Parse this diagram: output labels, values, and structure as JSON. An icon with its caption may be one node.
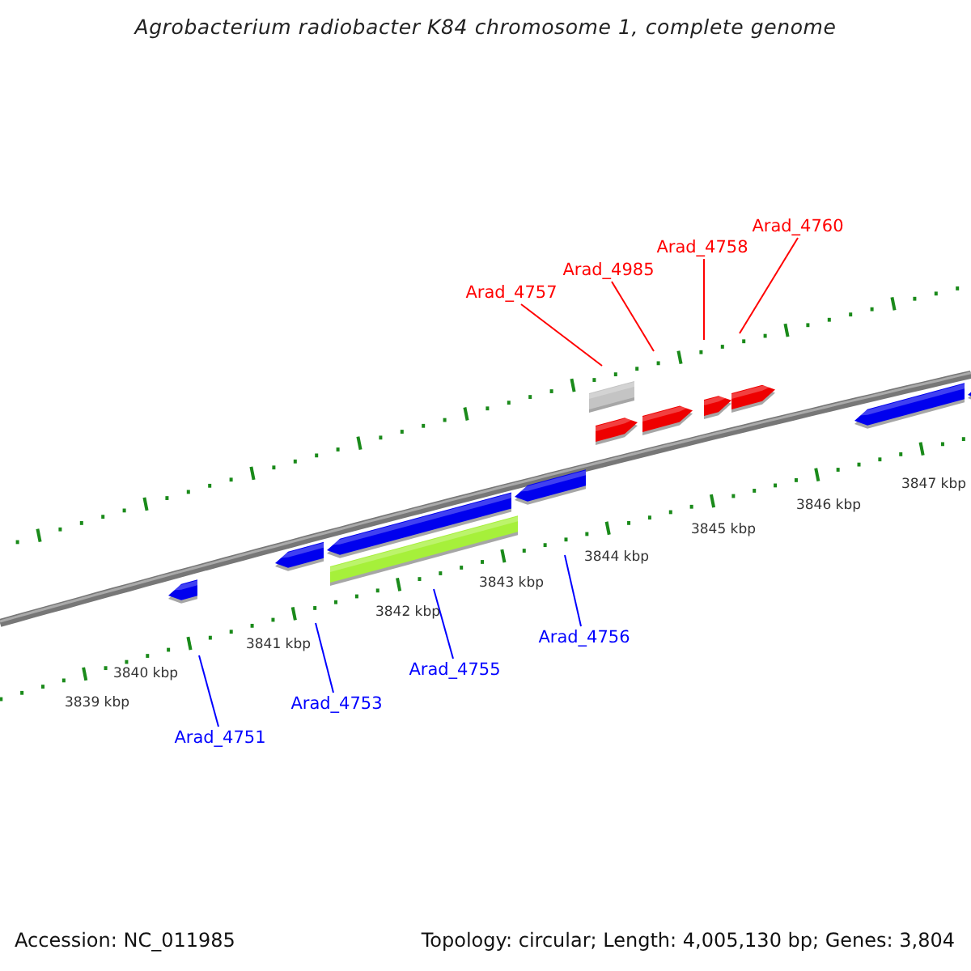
{
  "diagram": {
    "title": "Agrobacterium radiobacter K84 chromosome 1, complete genome",
    "nodes": [
      {
        "text": [
          "Arad_4757"
        ]
      },
      {
        "text": [
          "Arad_4985"
        ]
      },
      {
        "text": [
          "Arad_4758"
        ]
      },
      {
        "text": [
          "Arad_4760"
        ]
      },
      {
        "text": [
          "Arad_4751"
        ]
      },
      {
        "text": [
          "Arad_4753"
        ]
      },
      {
        "text": [
          "Arad_4755"
        ]
      },
      {
        "text": [
          "Arad_4756"
        ]
      }
    ],
    "edges": [
      {
        "from": 0,
        "to": null,
        "arrow": "none",
        "color": "#ff0000"
      },
      {
        "from": 1,
        "to": null,
        "arrow": "none",
        "color": "#ff0000"
      },
      {
        "from": 2,
        "to": null,
        "arrow": "none",
        "color": "#ff0000"
      },
      {
        "from": 3,
        "to": null,
        "arrow": "none",
        "color": "#ff0000"
      },
      {
        "from": 4,
        "to": null,
        "arrow": "none",
        "color": "#0000ff"
      },
      {
        "from": 5,
        "to": null,
        "arrow": "none",
        "color": "#0000ff"
      },
      {
        "from": 6,
        "to": null,
        "arrow": "none",
        "color": "#0000ff"
      },
      {
        "from": 7,
        "to": null,
        "arrow": "none",
        "color": "#0000ff"
      }
    ],
    "labels": [
      "3839 kbp",
      "3840 kbp",
      "3841 kbp",
      "3842 kbp",
      "3843 kbp",
      "3844 kbp",
      "3845 kbp",
      "3846 kbp",
      "3847 kbp",
      "Accession: NC_011985",
      "Topology: circular; Length: 4,005,130 bp; Genes: 3,804"
    ]
  }
}
